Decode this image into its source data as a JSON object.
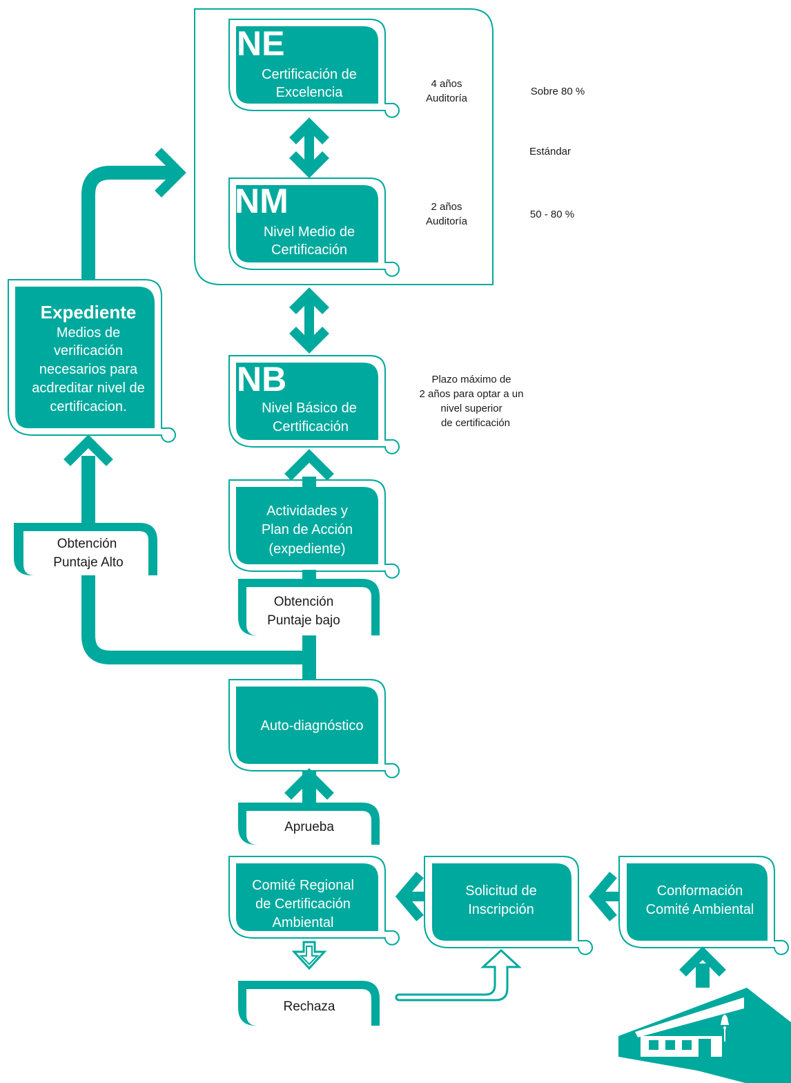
{
  "colors": {
    "accent": "#00a99d",
    "text": "#1a1a1a",
    "background": "#ffffff"
  },
  "levels": {
    "ne": {
      "code": "NE",
      "line1": "Certificación de",
      "line2": "Excelencia",
      "period1": "4 años",
      "period2": "Auditoría",
      "score": "Sobre 80 %"
    },
    "standard_label": "Estándar",
    "nm": {
      "code": "NM",
      "line1": "Nivel Medio de",
      "line2": "Certificación",
      "period1": "2 años",
      "period2": "Auditoría",
      "score": "50 - 80 %"
    },
    "nb": {
      "code": "NB",
      "line1": "Nivel Básico de",
      "line2": "Certificación",
      "note1": "Plazo máximo de",
      "note2": "2 años para optar a un",
      "note3": "nivel superior",
      "note4": "de certificación"
    }
  },
  "expediente": {
    "title": "Expediente",
    "line1": "Medios de",
    "line2": "verificación",
    "line3": "necesarios para",
    "line4": "acdreditar nivel de",
    "line5": "certificacion."
  },
  "high_score": {
    "line1": "Obtención",
    "line2": "Puntaje Alto"
  },
  "activities": {
    "line1": "Actividades y",
    "line2": "Plan de Acción",
    "line3": "(expediente)"
  },
  "low_score": {
    "line1": "Obtención",
    "line2": "Puntaje bajo"
  },
  "self_diagnosis": {
    "label": "Auto-diagnóstico"
  },
  "approve": {
    "label": "Aprueba"
  },
  "committee": {
    "line1": "Comité Regional",
    "line2": "de Certificación",
    "line3": "Ambiental"
  },
  "reject": {
    "label": "Rechaza"
  },
  "application": {
    "line1": "Solicitud de",
    "line2": "Inscripción"
  },
  "formation": {
    "line1": "Conformación",
    "line2": "Comité Ambiental"
  },
  "icons": [
    "school-building-icon"
  ]
}
